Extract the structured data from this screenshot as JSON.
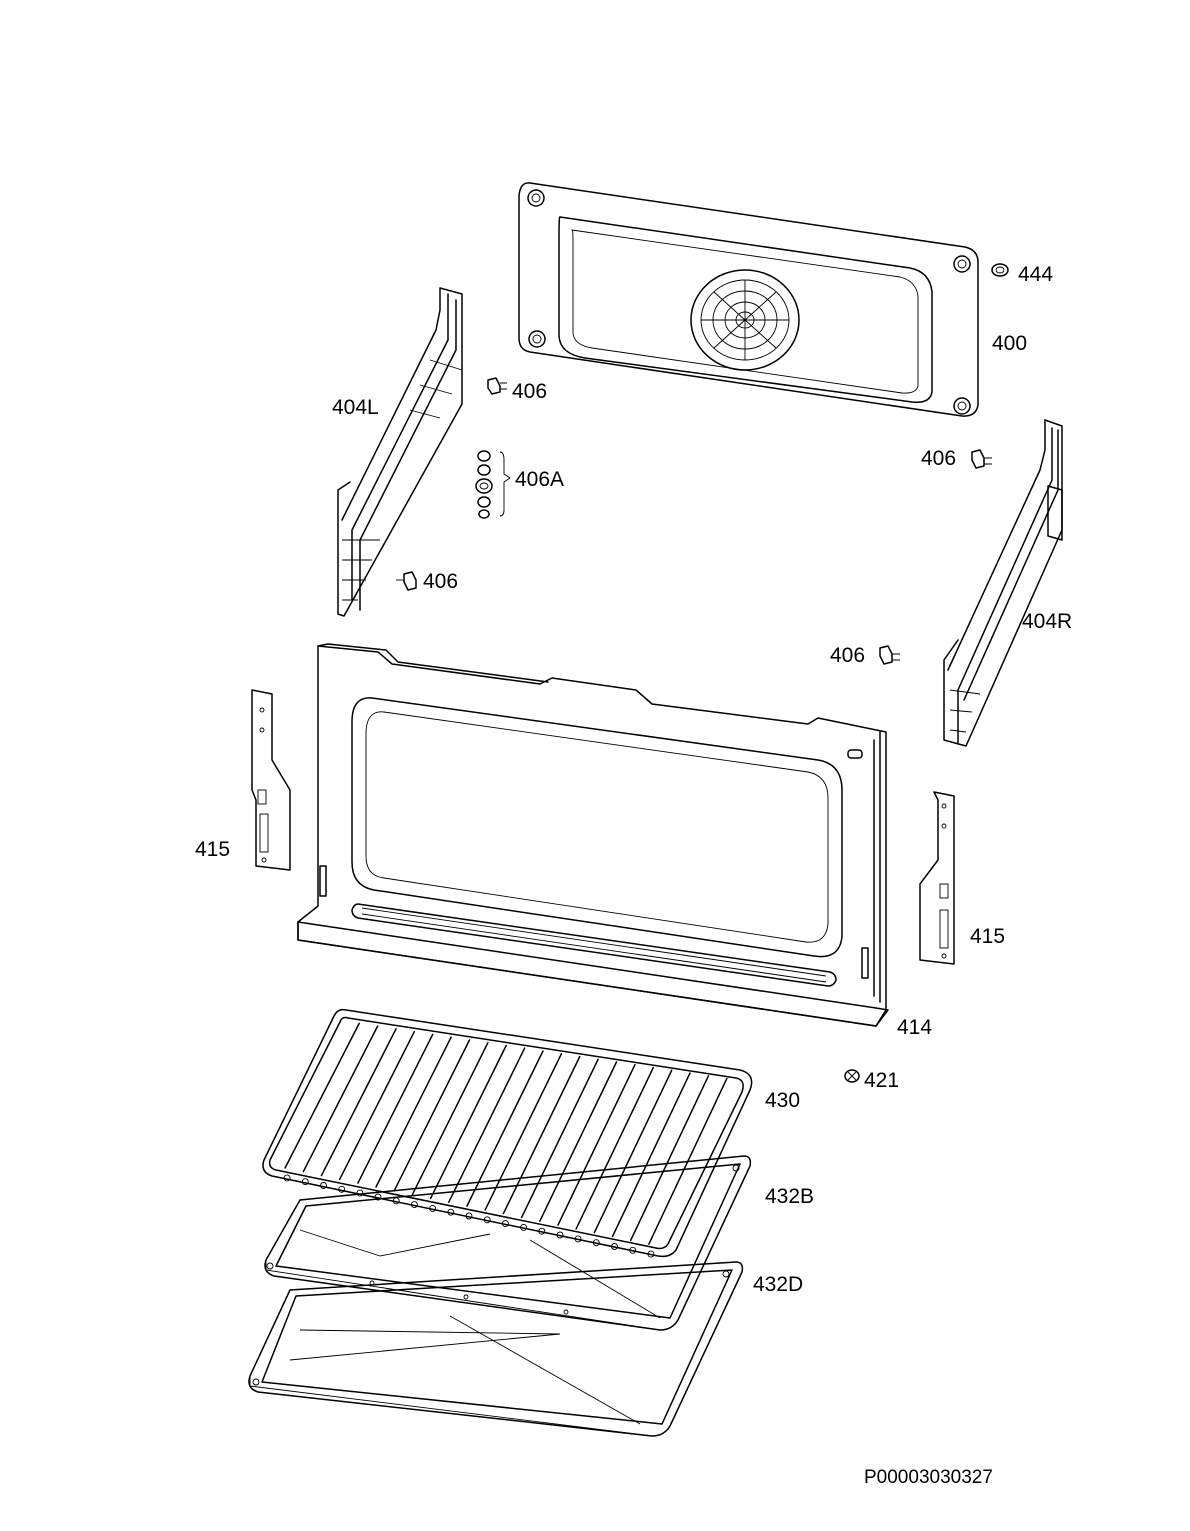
{
  "labels": {
    "p444": "444",
    "p400": "400",
    "p404L": "404L",
    "p406_a": "406",
    "p406A": "406A",
    "p406_b": "406",
    "p406_c": "406",
    "p406_d": "406",
    "p404R": "404R",
    "p415_left": "415",
    "p415_right": "415",
    "p414": "414",
    "p421": "421",
    "p430": "430",
    "p432B": "432B",
    "p432D": "432D"
  },
  "document_number": "P00003030327"
}
